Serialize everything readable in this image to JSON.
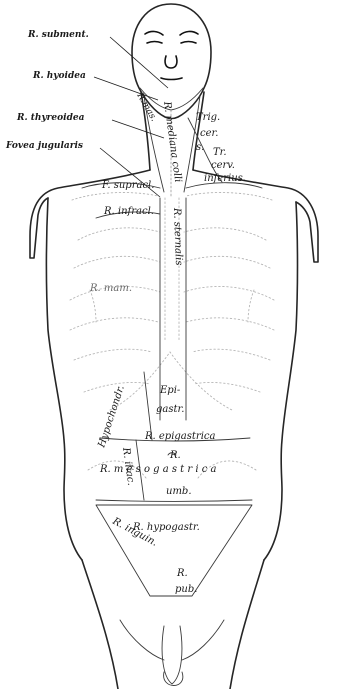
{
  "labels": {
    "r_subment": "R. subment.",
    "r_hyoidea": "R. hyoidea",
    "r_thyreoidea": "R. thyreoidea",
    "fovea_jugularis": "Fovea jugularis",
    "r_mas": "R.mas.",
    "r_mediana_colli": "R. mediana colli",
    "trig": "Trig.",
    "cer": "cer.",
    "s": "s.",
    "tr": "Tr.",
    "cerv": "cerv.",
    "inferius": "inferius.",
    "f_supracl": "F. supracl.",
    "r_infracl": "R. infracl.",
    "r_sternalis": "R. sternalis",
    "r_mam": "R. mam.",
    "epi": "Epi-",
    "gastr": "gastr.",
    "hypochondr": "Hypochondr.",
    "r_epigastrica": "R. epigastrica",
    "r": "R.",
    "r_iliac": "R. iliac.",
    "r_mesogastrica": "R. m e s o g a s t r i c a",
    "umb": "umb.",
    "r_hypogastr": "R. hypogastr.",
    "r_inguin": "R. inguin.",
    "r_pub_r": "R.",
    "pub": "pub."
  }
}
